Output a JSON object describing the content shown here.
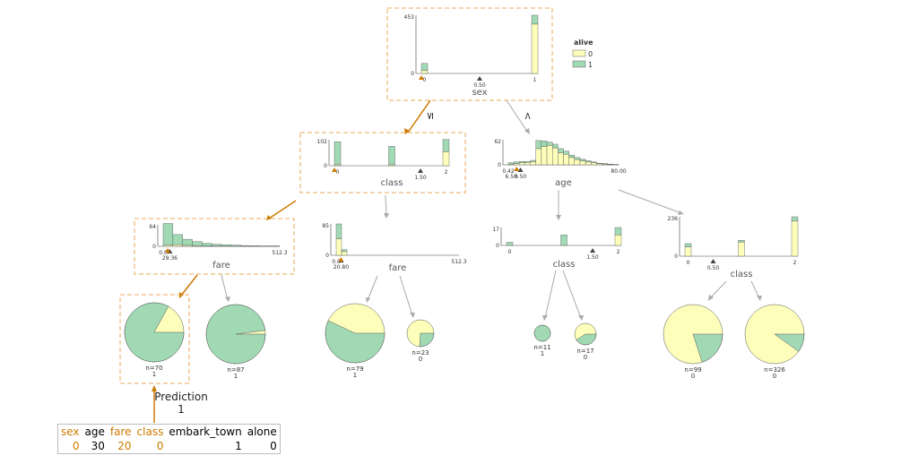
{
  "colors": {
    "class0": "#fefebb",
    "class1": "#a1d9b4",
    "path": "#cc7a00",
    "dash": "#e8a85a",
    "edge": "#aaaaaa"
  },
  "legend": {
    "title": "alive",
    "items": [
      "0",
      "1"
    ]
  },
  "edge_labels": {
    "le": "≤",
    "gt": ">"
  },
  "root": {
    "feature": "sex",
    "ymax": "453",
    "ticks": [
      "0",
      "1"
    ],
    "split": "0.50",
    "bars": [
      [
        22,
        56
      ],
      [
        384,
        69
      ]
    ]
  },
  "left_class": {
    "feature": "class",
    "ymax": "102",
    "ticks": [
      "0",
      "2"
    ],
    "split": "1.50",
    "bars": [
      [
        4,
        90
      ],
      [
        4,
        72
      ],
      [
        55,
        48
      ]
    ]
  },
  "right_age": {
    "feature": "age",
    "ymax": "62",
    "ticks": [
      "0.42",
      "80.00"
    ],
    "split": "9.50",
    "instance": "6.50",
    "bars": [
      [
        2,
        3
      ],
      [
        3,
        4
      ],
      [
        5,
        3
      ],
      [
        6,
        2
      ],
      [
        8,
        3
      ],
      [
        40,
        20
      ],
      [
        45,
        14
      ],
      [
        48,
        8
      ],
      [
        42,
        9
      ],
      [
        30,
        10
      ],
      [
        26,
        8
      ],
      [
        18,
        6
      ],
      [
        13,
        5
      ],
      [
        10,
        4
      ],
      [
        7,
        3
      ],
      [
        5,
        2
      ],
      [
        3,
        1
      ],
      [
        2,
        1
      ],
      [
        1,
        0.5
      ],
      [
        0.5,
        0.5
      ]
    ]
  },
  "fare_left": {
    "feature": "fare",
    "ymax": "64",
    "ticks": [
      "0.0",
      "512.3"
    ],
    "split": "29.36",
    "bars": [
      [
        4,
        64
      ],
      [
        5,
        30
      ],
      [
        3,
        18
      ],
      [
        2,
        12
      ],
      [
        1,
        8
      ],
      [
        1,
        5
      ],
      [
        0.5,
        4
      ],
      [
        0.5,
        3
      ],
      [
        0.3,
        2
      ],
      [
        0.3,
        1.5
      ],
      [
        0.2,
        1
      ],
      [
        0.2,
        1
      ]
    ]
  },
  "fare_mid": {
    "feature": "fare",
    "ymax": "85",
    "ticks": [
      "0.0",
      "512.3"
    ],
    "split": "20.80",
    "bars": [
      [
        45,
        40
      ],
      [
        10,
        5
      ]
    ]
  },
  "class_mid": {
    "feature": "class",
    "ymax": "17",
    "ticks": [
      "0",
      "2"
    ],
    "split": "1.50",
    "bars": [
      [
        0,
        3
      ],
      [
        0,
        10
      ],
      [
        10,
        7
      ]
    ]
  },
  "class_right": {
    "feature": "class",
    "ymax": "236",
    "ticks": [
      "0",
      "2"
    ],
    "split": "0.50",
    "bars": [
      [
        55,
        20
      ],
      [
        85,
        10
      ],
      [
        210,
        26
      ]
    ]
  },
  "leaves": [
    {
      "n": "n=70",
      "cls": "1",
      "p1": 0.83
    },
    {
      "n": "n=87",
      "cls": "1",
      "p1": 0.98
    },
    {
      "n": "n=79",
      "cls": "1",
      "p1": 0.57
    },
    {
      "n": "n=23",
      "cls": "0",
      "p1": 0.26
    },
    {
      "n": "n=11",
      "cls": "1",
      "p1": 1.0
    },
    {
      "n": "n=17",
      "cls": "0",
      "p1": 0.41
    },
    {
      "n": "n=99",
      "cls": "0",
      "p1": 0.2
    },
    {
      "n": "n=326",
      "cls": "0",
      "p1": 0.1
    }
  ],
  "prediction": {
    "label": "Prediction",
    "value": "1"
  },
  "instance": {
    "headers": [
      "sex",
      "age",
      "fare",
      "class",
      "embark_town",
      "alone"
    ],
    "values": [
      "0",
      "30",
      "20",
      "0",
      "1",
      "0"
    ]
  }
}
